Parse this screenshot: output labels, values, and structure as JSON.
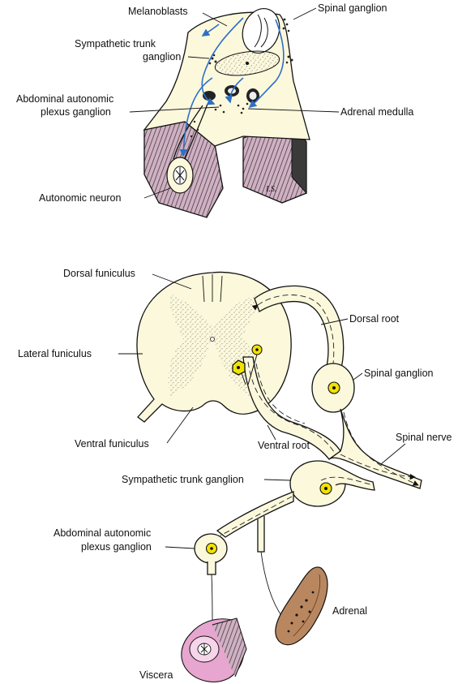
{
  "top_panel": {
    "labels": {
      "melanoblasts": "Melanoblasts",
      "spinal_ganglion": "Spinal ganglion",
      "sympathetic_trunk_line1": "Sympathetic trunk",
      "sympathetic_trunk_line2": "ganglion",
      "abdominal_line1": "Abdominal autonomic",
      "abdominal_line2": "plexus ganglion",
      "adrenal_medulla": "Adrenal medulla",
      "autonomic_neuron": "Autonomic neuron"
    },
    "artist_signature": "I.S."
  },
  "bottom_panel": {
    "labels": {
      "dorsal_funiculus": "Dorsal funiculus",
      "lateral_funiculus": "Lateral funiculus",
      "ventral_funiculus": "Ventral funiculus",
      "dorsal_root": "Dorsal root",
      "spinal_ganglion": "Spinal ganglion",
      "ventral_root": "Ventral root",
      "spinal_nerve": "Spinal nerve",
      "sympathetic_trunk_ganglion": "Sympathetic trunk ganglion",
      "abdominal_line1": "Abdominal autonomic",
      "abdominal_line2": "plexus ganglion",
      "adrenal": "Adrenal",
      "viscera": "Viscera"
    }
  },
  "colors": {
    "cream": "#fbf8dc",
    "neural_crest_blue": "#2d6fc9",
    "cell_yellow": "#f2e200",
    "viscera_pink": "#e7a6cf",
    "adrenal_brown": "#b9875f",
    "muscle_mauve": "#b58aa0"
  }
}
